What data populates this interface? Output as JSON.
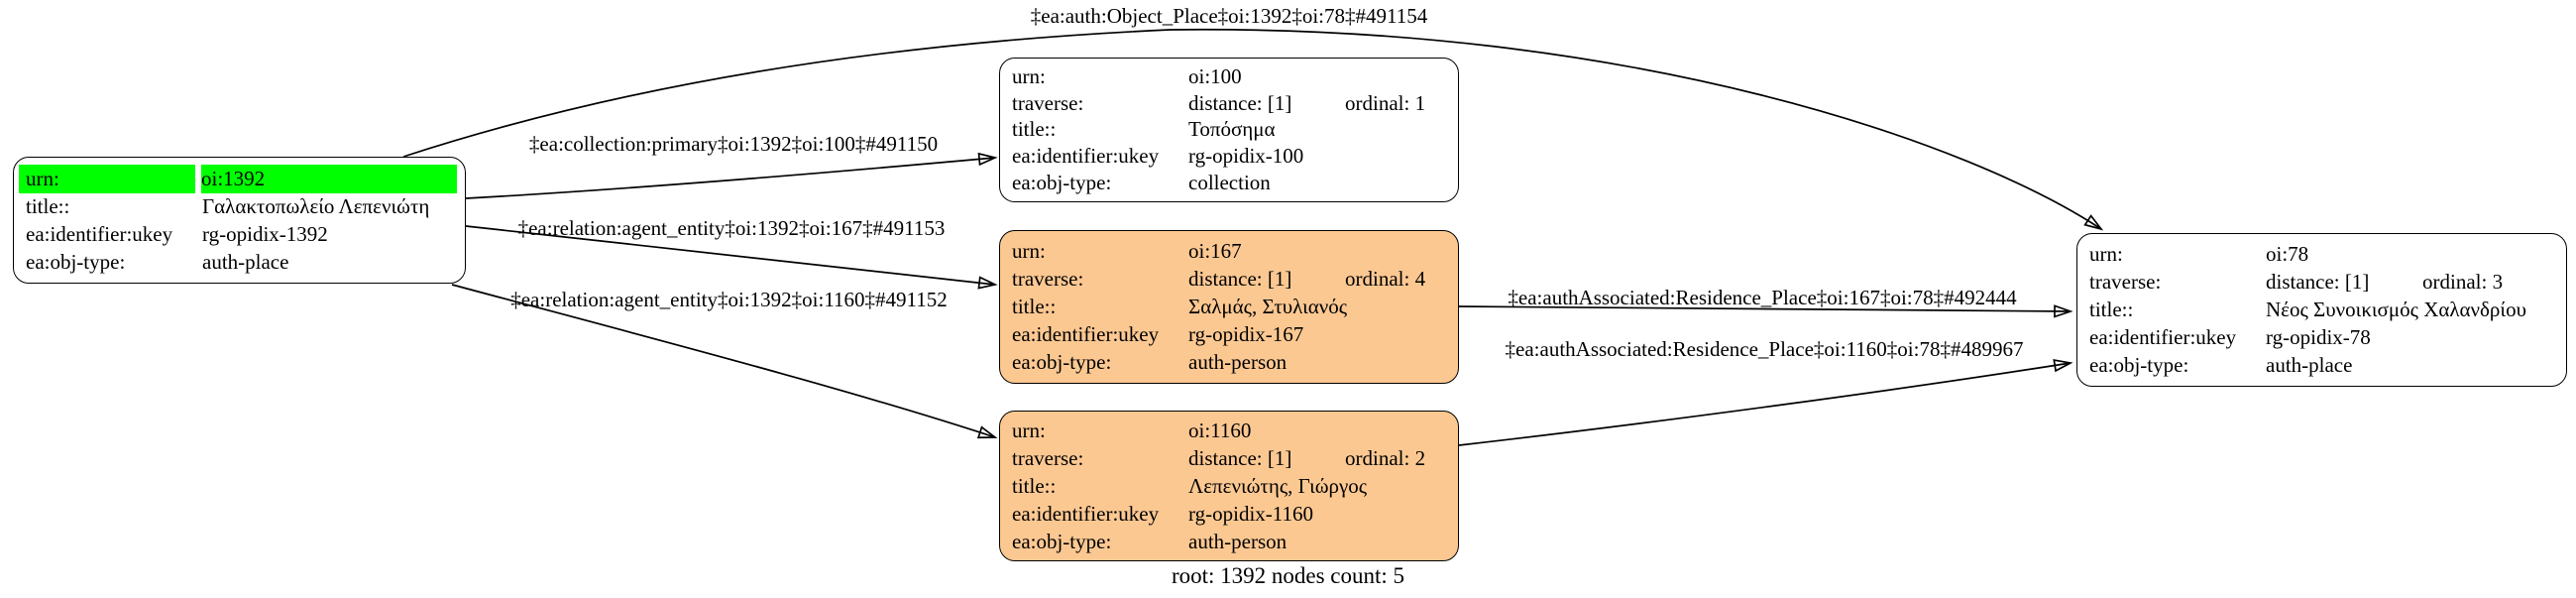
{
  "caption": "root: 1392 nodes count: 5",
  "colors": {
    "highlight_green": "#00FF00",
    "person_fill": "#FCC892",
    "place_fill": "#FFFFFF",
    "border": "#000000",
    "edge": "#000000"
  },
  "nodes": {
    "n1392": {
      "id": "oi:1392",
      "type": "auth-place",
      "rows": [
        {
          "key": "urn:",
          "value": "oi:1392"
        },
        {
          "key": "title::",
          "value": "Γαλακτοπωλείο Λεπενιώτη"
        },
        {
          "key": "ea:identifier:ukey",
          "value": "rg-opidix-1392"
        },
        {
          "key": "ea:obj-type:",
          "value": "auth-place"
        }
      ]
    },
    "n100": {
      "id": "oi:100",
      "type": "collection",
      "rows": [
        {
          "key": "urn:",
          "value": "oi:100"
        },
        {
          "key": "traverse:",
          "value": "distance: [1]",
          "extra": "ordinal: 1"
        },
        {
          "key": "title::",
          "value": "Τοπόσημα"
        },
        {
          "key": "ea:identifier:ukey",
          "value": "rg-opidix-100"
        },
        {
          "key": "ea:obj-type:",
          "value": "collection"
        }
      ]
    },
    "n167": {
      "id": "oi:167",
      "type": "auth-person",
      "rows": [
        {
          "key": "urn:",
          "value": "oi:167"
        },
        {
          "key": "traverse:",
          "value": "distance: [1]",
          "extra": "ordinal: 4"
        },
        {
          "key": "title::",
          "value": "Σαλμάς, Στυλιανός"
        },
        {
          "key": "ea:identifier:ukey",
          "value": "rg-opidix-167"
        },
        {
          "key": "ea:obj-type:",
          "value": "auth-person"
        }
      ]
    },
    "n1160": {
      "id": "oi:1160",
      "type": "auth-person",
      "rows": [
        {
          "key": "urn:",
          "value": "oi:1160"
        },
        {
          "key": "traverse:",
          "value": "distance: [1]",
          "extra": "ordinal: 2"
        },
        {
          "key": "title::",
          "value": "Λεπενιώτης, Γιώργος"
        },
        {
          "key": "ea:identifier:ukey",
          "value": "rg-opidix-1160"
        },
        {
          "key": "ea:obj-type:",
          "value": "auth-person"
        }
      ]
    },
    "n78": {
      "id": "oi:78",
      "type": "auth-place",
      "rows": [
        {
          "key": "urn:",
          "value": "oi:78"
        },
        {
          "key": "traverse:",
          "value": "distance: [1]",
          "extra": "ordinal: 3"
        },
        {
          "key": "title::",
          "value": "Νέος Συνοικισμός Χαλανδρίου"
        },
        {
          "key": "ea:identifier:ukey",
          "value": "rg-opidix-78"
        },
        {
          "key": "ea:obj-type:",
          "value": "auth-place"
        }
      ]
    }
  },
  "edges": {
    "e491154": {
      "label": "‡ea:auth:Object_Place‡oi:1392‡oi:78‡#491154"
    },
    "e491150": {
      "label": "‡ea:collection:primary‡oi:1392‡oi:100‡#491150"
    },
    "e491153": {
      "label": "‡ea:relation:agent_entity‡oi:1392‡oi:167‡#491153"
    },
    "e491152": {
      "label": "‡ea:relation:agent_entity‡oi:1392‡oi:1160‡#491152"
    },
    "e492444": {
      "label": "‡ea:authAssociated:Residence_Place‡oi:167‡oi:78‡#492444"
    },
    "e489967": {
      "label": "‡ea:authAssociated:Residence_Place‡oi:1160‡oi:78‡#489967"
    }
  }
}
